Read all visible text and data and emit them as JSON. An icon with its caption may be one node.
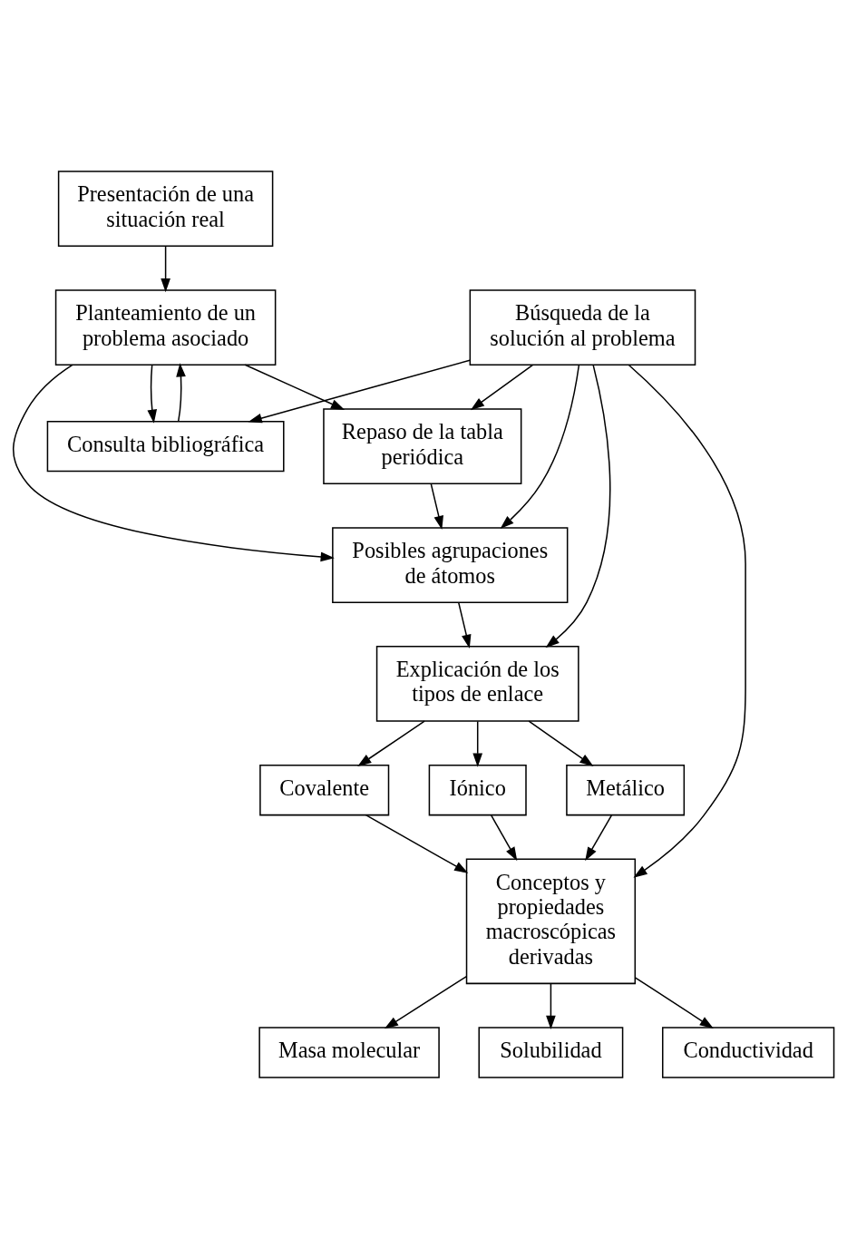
{
  "diagram": {
    "nodes": [
      {
        "text": [
          "Presentación de una situación real"
        ]
      },
      {
        "text": [
          "Planteamiento de un problema asociado"
        ]
      },
      {
        "text": [
          "Consulta bibliográfica"
        ]
      },
      {
        "text": [
          "Repaso de la tabla periódica"
        ]
      },
      {
        "text": [
          "Posibles agrupaciones de átomos"
        ]
      },
      {
        "text": [
          "Búsqueda de la solución al problema"
        ]
      },
      {
        "text": [
          "Explicación de los tipos de enlace"
        ]
      },
      {
        "text": [
          "Covalente"
        ]
      },
      {
        "text": [
          "Iónico"
        ]
      },
      {
        "text": [
          "Metálico"
        ]
      },
      {
        "text": [
          "Conceptos y propiedades macroscópicas derivadas"
        ]
      },
      {
        "text": [
          "Masa molecular"
        ]
      },
      {
        "text": [
          "Solubilidad"
        ]
      },
      {
        "text": [
          "Conductividad"
        ]
      }
    ],
    "edges": [
      {
        "from": 0,
        "to": 1,
        "arrow": "to"
      },
      {
        "from": 1,
        "to": 2,
        "arrow": "to"
      },
      {
        "from": 2,
        "to": 1,
        "arrow": "to"
      },
      {
        "from": 1,
        "to": 3,
        "arrow": "to"
      },
      {
        "from": 1,
        "to": 4,
        "arrow": "to"
      },
      {
        "from": 3,
        "to": 4,
        "arrow": "to"
      },
      {
        "from": 5,
        "to": 2,
        "arrow": "to"
      },
      {
        "from": 5,
        "to": 3,
        "arrow": "to"
      },
      {
        "from": 5,
        "to": 4,
        "arrow": "to"
      },
      {
        "from": 5,
        "to": 6,
        "arrow": "to"
      },
      {
        "from": 5,
        "to": 10,
        "arrow": "to"
      },
      {
        "from": 4,
        "to": 6,
        "arrow": "to"
      },
      {
        "from": 6,
        "to": 7,
        "arrow": "to"
      },
      {
        "from": 6,
        "to": 8,
        "arrow": "to"
      },
      {
        "from": 6,
        "to": 9,
        "arrow": "to"
      },
      {
        "from": 7,
        "to": 10,
        "arrow": "to"
      },
      {
        "from": 8,
        "to": 10,
        "arrow": "to"
      },
      {
        "from": 9,
        "to": 10,
        "arrow": "to"
      },
      {
        "from": 10,
        "to": 11,
        "arrow": "to"
      },
      {
        "from": 10,
        "to": 12,
        "arrow": "to"
      },
      {
        "from": 10,
        "to": 13,
        "arrow": "to"
      }
    ]
  }
}
